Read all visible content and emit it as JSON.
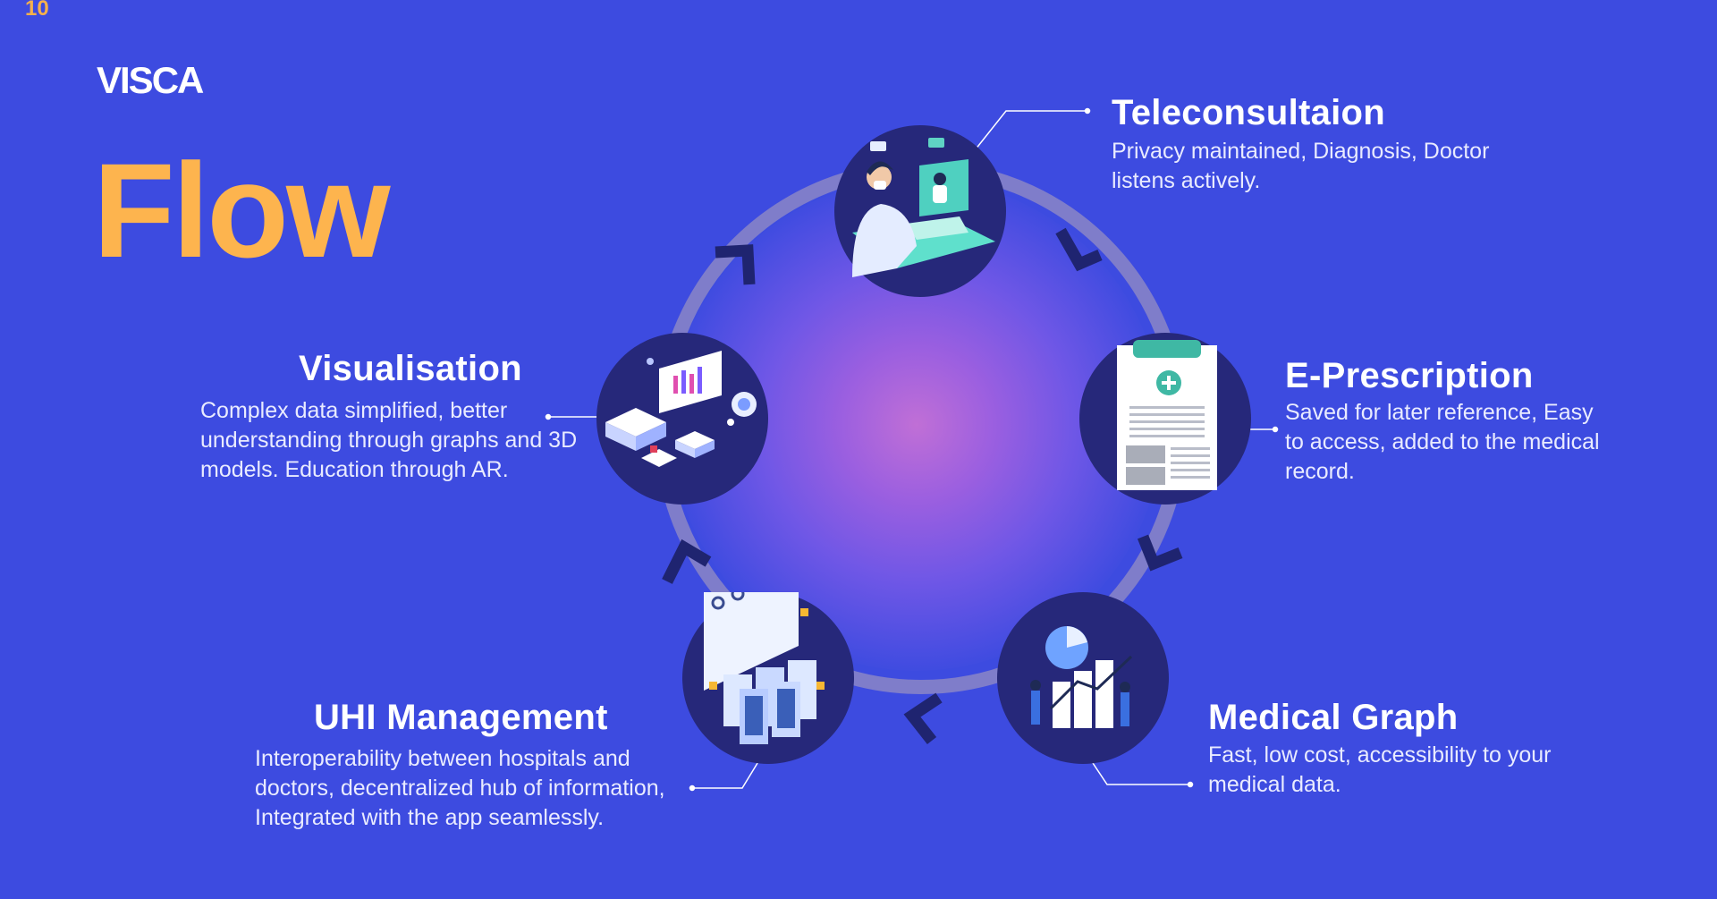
{
  "slide_number": "10",
  "brand": "VISCA",
  "title": "Flow",
  "colors": {
    "background": "#3d4be0",
    "title": "#fdb44e",
    "node": "#26287a",
    "ring": "#8b86c6",
    "arrow": "#1f2470"
  },
  "steps": [
    {
      "title": "Teleconsultaion",
      "description": "Privacy maintained, Diagnosis, Doctor listens actively.",
      "icon": "doctor-video-call-icon"
    },
    {
      "title": "E-Prescription",
      "description": "Saved for later reference, Easy to access, added to the medical record.",
      "icon": "clipboard-prescription-icon"
    },
    {
      "title": "Medical Graph",
      "description": "Fast, low cost, accessibility to your medical data.",
      "icon": "bar-chart-people-icon"
    },
    {
      "title": "UHI Management",
      "description": "Interoperability between hospitals and doctors, decentralized hub of information, Integrated with the app seamlessly.",
      "icon": "server-racks-icon"
    },
    {
      "title": "Visualisation",
      "description": "Complex data simplified, better understanding through graphs and 3D models. Education through AR.",
      "icon": "isometric-dashboard-icon"
    }
  ]
}
